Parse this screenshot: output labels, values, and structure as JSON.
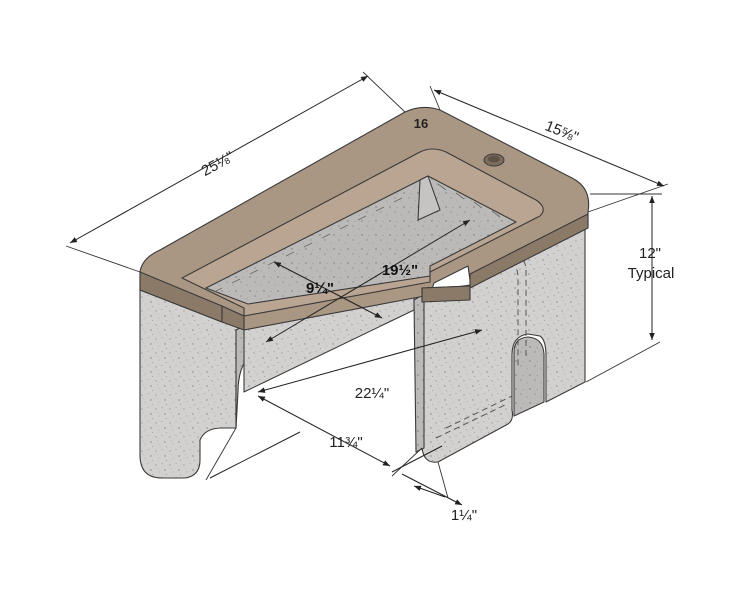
{
  "block_mark": "16",
  "dimensions": {
    "length": "25⅛\"",
    "width": "15⅝\"",
    "height": "12\"",
    "height_note": "Typical",
    "inner_width": "9¼\"",
    "inner_length": "19½\"",
    "span": "22¼\"",
    "opening": "11¾\"",
    "lip": "1¼\""
  },
  "colors": {
    "cap": "#a99683",
    "cap_dark": "#8c7a68",
    "concrete": "#d3d1d0",
    "concrete_dark": "#b5b3b2",
    "cavity": "#c8c6c5"
  }
}
